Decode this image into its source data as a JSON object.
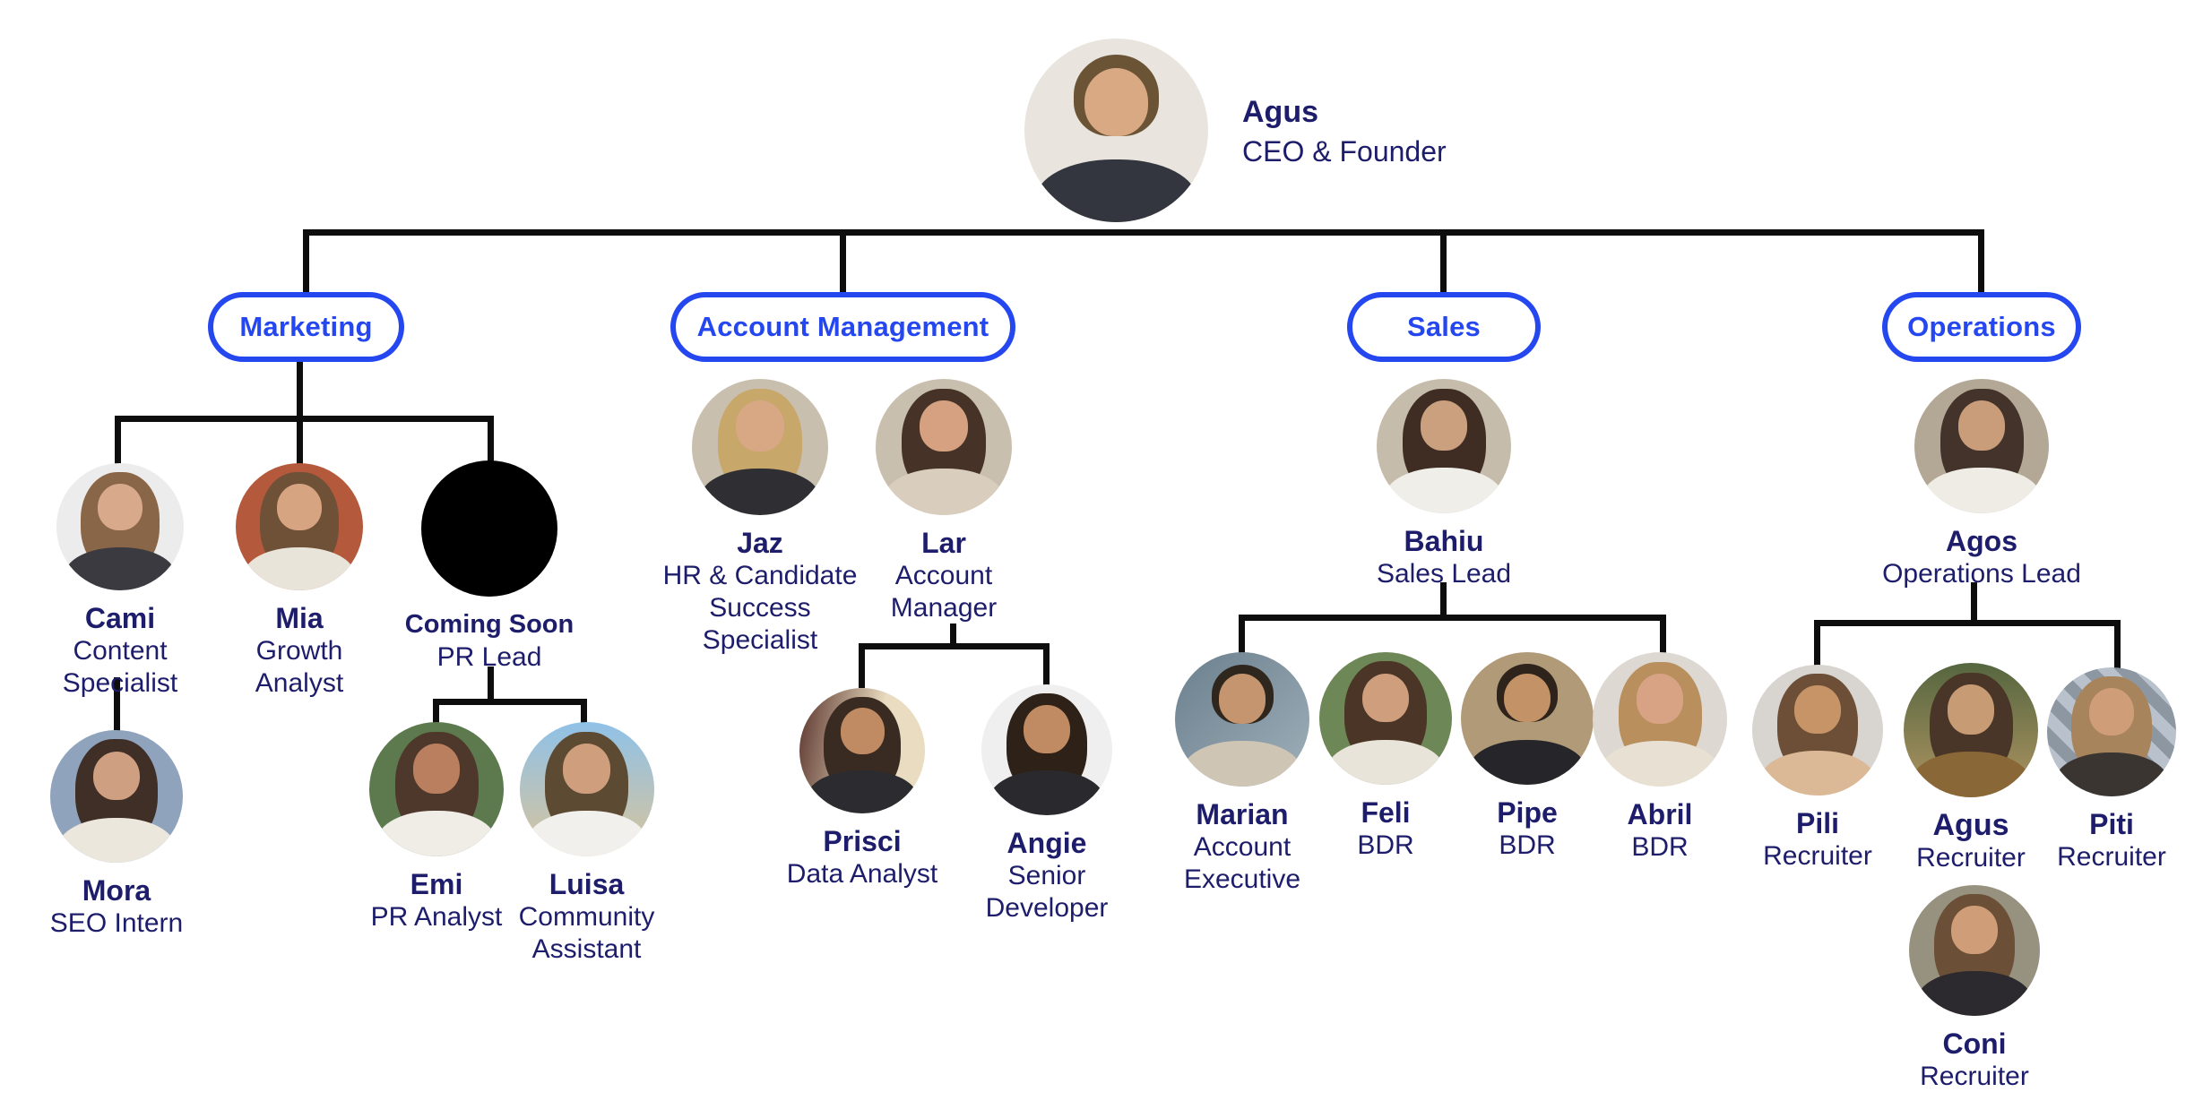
{
  "palette": {
    "accent_blue": "#2547f0",
    "text_navy": "#1d1d6b",
    "connector_black": "#0d0d0d",
    "background": "#ffffff"
  },
  "departments": {
    "marketing": {
      "label": "Marketing"
    },
    "account_management": {
      "label": "Account Management"
    },
    "sales": {
      "label": "Sales"
    },
    "operations": {
      "label": "Operations"
    }
  },
  "people": {
    "agus_ceo": {
      "name": "Agus",
      "title": "CEO & Founder"
    },
    "cami": {
      "name": "Cami",
      "title": "Content Specialist"
    },
    "mia": {
      "name": "Mia",
      "title": "Growth Analyst"
    },
    "coming_soon": {
      "name": "Coming Soon",
      "title": "PR Lead"
    },
    "mora": {
      "name": "Mora",
      "title": "SEO Intern"
    },
    "emi": {
      "name": "Emi",
      "title": "PR Analyst"
    },
    "luisa": {
      "name": "Luisa",
      "title": "Community Assistant"
    },
    "jaz": {
      "name": "Jaz",
      "title": "HR & Candidate Success Specialist"
    },
    "lar": {
      "name": "Lar",
      "title": "Account Manager"
    },
    "prisci": {
      "name": "Prisci",
      "title": "Data Analyst"
    },
    "angie": {
      "name": "Angie",
      "title": "Senior Developer"
    },
    "bahiu": {
      "name": "Bahiu",
      "title": "Sales Lead"
    },
    "marian": {
      "name": "Marian",
      "title": "Account Executive"
    },
    "feli": {
      "name": "Feli",
      "title": "BDR"
    },
    "pipe": {
      "name": "Pipe",
      "title": "BDR"
    },
    "abril": {
      "name": "Abril",
      "title": "BDR"
    },
    "agos": {
      "name": "Agos",
      "title": "Operations Lead"
    },
    "pili": {
      "name": "Pili",
      "title": "Recruiter"
    },
    "agus_recruiter": {
      "name": "Agus",
      "title": "Recruiter"
    },
    "piti": {
      "name": "Piti",
      "title": "Recruiter"
    },
    "coni": {
      "name": "Coni",
      "title": "Recruiter"
    }
  }
}
